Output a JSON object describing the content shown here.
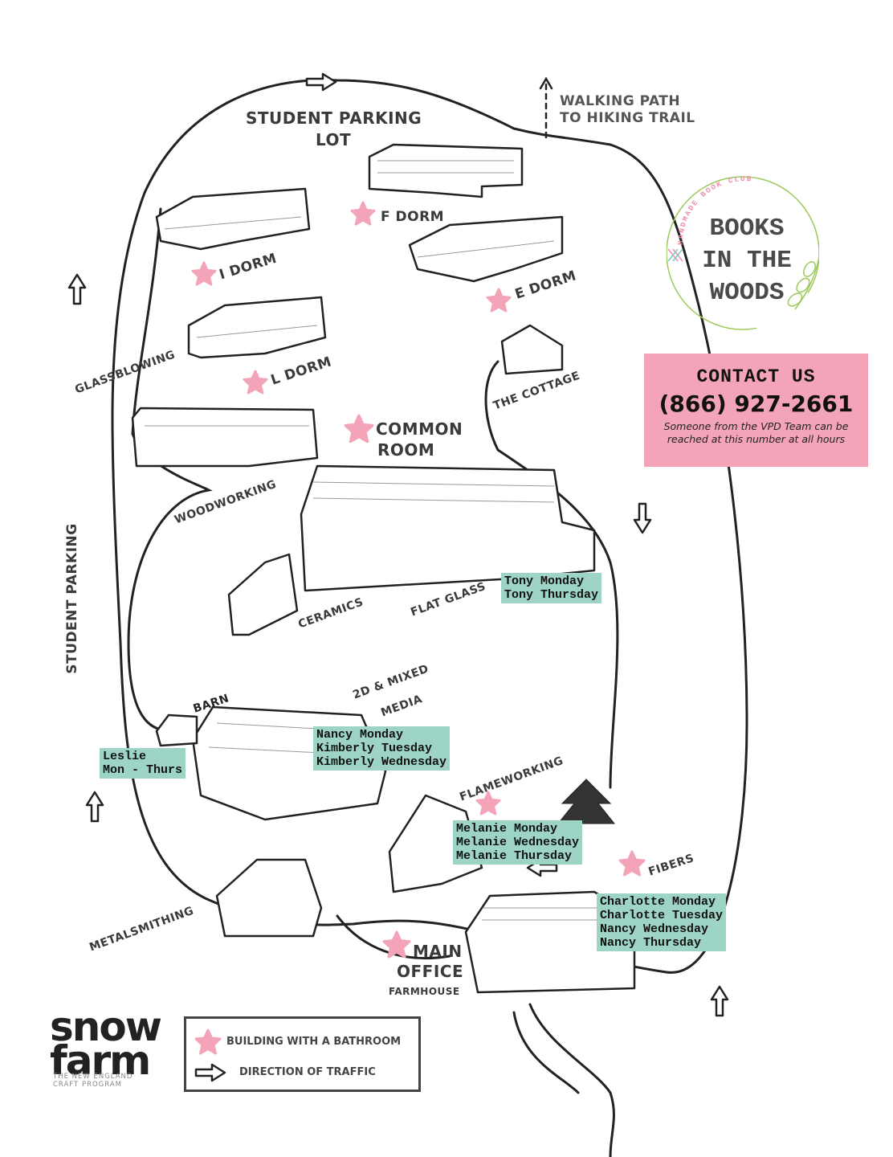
{
  "map": {
    "labels": {
      "student_parking_lot_line1": "STUDENT PARKING",
      "student_parking_lot_line2": "LOT",
      "walking_path_line1": "WALKING PATH",
      "walking_path_line2": "TO HIKING TRAIL",
      "f_dorm": "F DORM",
      "i_dorm": "I DORM",
      "e_dorm": "E DORM",
      "l_dorm": "L DORM",
      "glassblowing": "GLASSBLOWING",
      "the_cottage": "THE COTTAGE",
      "common_room_line1": "COMMON",
      "common_room_line2": "ROOM",
      "woodworking": "WOODWORKING",
      "student_parking": "STUDENT PARKING",
      "ceramics": "CERAMICS",
      "flat_glass": "FLAT GLASS",
      "barn": "BARN",
      "mixed_media_line1": "2D & MIXED",
      "mixed_media_line2": "MEDIA",
      "flameworking": "FLAMEWORKING",
      "fibers": "FIBERS",
      "metalsmithing": "METALSMITHING",
      "main_office_line1": "MAIN",
      "main_office_line2": "OFFICE",
      "farmhouse": "FARMHOUSE"
    },
    "schedules": {
      "flat_glass": "Tony Monday\nTony Thursday",
      "barn": "Leslie\nMon - Thurs",
      "mixed_media": "Nancy Monday\nKimberly Tuesday\nKimberly Wednesday",
      "flameworking": "Melanie Monday\nMelanie Wednesday\nMelanie Thursday",
      "fibers": "Charlotte Monday\nCharlotte Tuesday\nNancy Wednesday\nNancy Thursday"
    },
    "bathroom_buildings": [
      "F DORM",
      "I DORM",
      "E DORM",
      "L DORM",
      "COMMON ROOM",
      "FLAMEWORKING",
      "FIBERS",
      "MAIN OFFICE"
    ]
  },
  "book_club_logo": {
    "arc_text": "HANDMADE BOOK CLUB",
    "line1": "BOOKS",
    "line2": "IN THE",
    "line3": "WOODS"
  },
  "contact": {
    "title": "CONTACT US",
    "phone": "(866) 927-2661",
    "note": "Someone from the VPD Team can be reached at this number at all hours"
  },
  "brand": {
    "line1": "snow",
    "line2": "farm",
    "tagline1": "THE NEW ENGLAND",
    "tagline2": "CRAFT PROGRAM"
  },
  "legend": {
    "bathroom": "BUILDING WITH A BATHROOM",
    "traffic": "DIRECTION OF TRAFFIC"
  },
  "colors": {
    "star_pink": "#f4a4b8",
    "schedule_teal": "#9dd4c6",
    "contact_pink": "#f4a4b8",
    "logo_green": "#9cc95a"
  }
}
